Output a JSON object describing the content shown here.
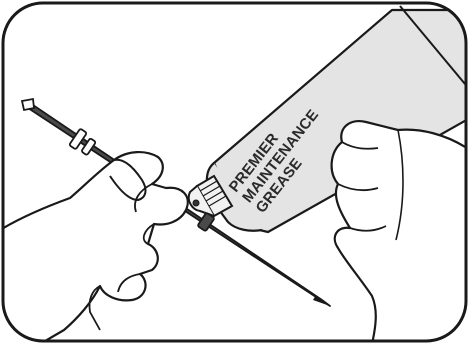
{
  "tube": {
    "label_lines": [
      "PREMIER",
      "MAINTENANCE",
      "GREASE"
    ]
  },
  "colors": {
    "outline": "#1a1a1a",
    "tube_fill": "#e4e4e4",
    "cap_fill": "#f2f2f2",
    "rod_fill": "#4a4a4a",
    "hand_fill": "#ffffff",
    "background": "#ffffff"
  }
}
